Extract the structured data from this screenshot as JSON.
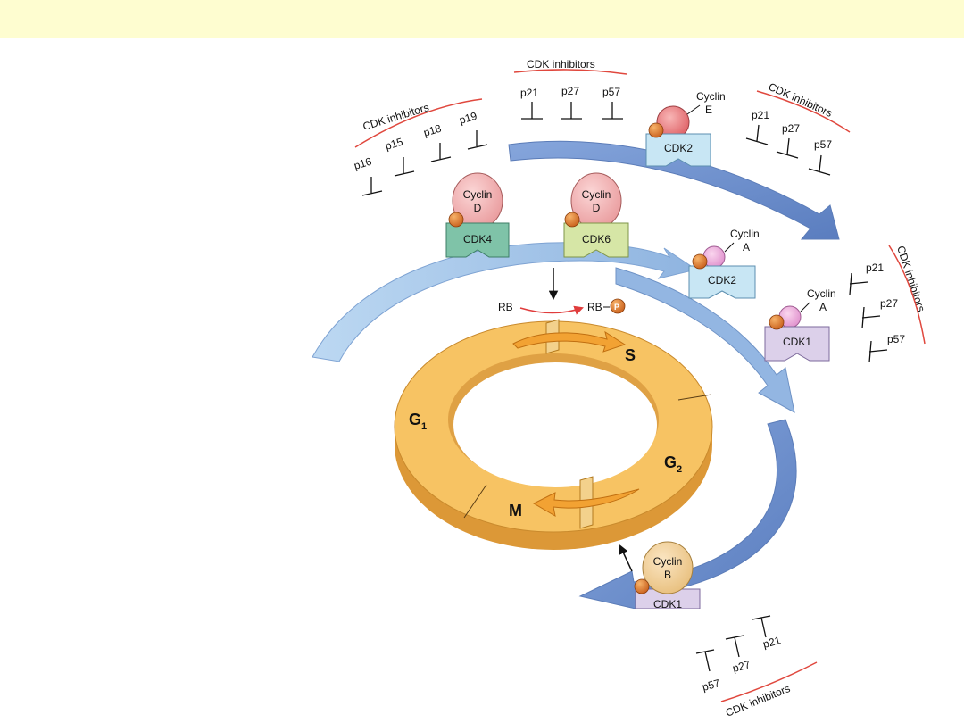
{
  "colors": {
    "banner": "#fefdd0",
    "ring_top": "#f6c160",
    "ring_side": "#e7a23c",
    "arrow_dark": "#6f8fcb",
    "arrow_light": "#a8c8ea",
    "inhibitor_underline": "#e0483e",
    "phosphate": "#e07f2e",
    "rb_arrow": "#e03c3c"
  },
  "phases": {
    "g1": "G",
    "g1_sub": "1",
    "s": "S",
    "g2": "G",
    "g2_sub": "2",
    "m": "M"
  },
  "rb": {
    "left": "RB",
    "right": "RB",
    "phosphate": "P"
  },
  "complexes": {
    "cyclin_d_cdk4": {
      "cyclin": "Cyclin",
      "cyclin_type": "D",
      "cdk": "CDK4"
    },
    "cyclin_d_cdk6": {
      "cyclin": "Cyclin",
      "cyclin_type": "D",
      "cdk": "CDK6"
    },
    "cyclin_e_cdk2": {
      "cyclin": "Cyclin",
      "cyclin_type": "E",
      "cdk": "CDK2"
    },
    "cyclin_a_cdk2": {
      "cyclin": "Cyclin",
      "cyclin_type": "A",
      "cdk": "CDK2"
    },
    "cyclin_a_cdk1": {
      "cyclin": "Cyclin",
      "cyclin_type": "A",
      "cdk": "CDK1"
    },
    "cyclin_b_cdk1": {
      "cyclin": "Cyclin",
      "cyclin_type": "B",
      "cdk": "CDK1"
    }
  },
  "inhibitor_groups": {
    "ink4": {
      "label": "CDK inhibitors",
      "items": [
        "p16",
        "p15",
        "p18",
        "p19"
      ]
    },
    "top": {
      "label": "CDK inhibitors",
      "items": [
        "p21",
        "p27",
        "p57"
      ]
    },
    "right_upper": {
      "label": "CDK inhibitors",
      "items": [
        "p21",
        "p27",
        "p57"
      ]
    },
    "right_side": {
      "label": "CDK inhibitors",
      "items": [
        "p21",
        "p27",
        "p57"
      ]
    },
    "bottom": {
      "label": "CDK inhibitors",
      "items": [
        "p57",
        "p27",
        "p21"
      ]
    }
  }
}
